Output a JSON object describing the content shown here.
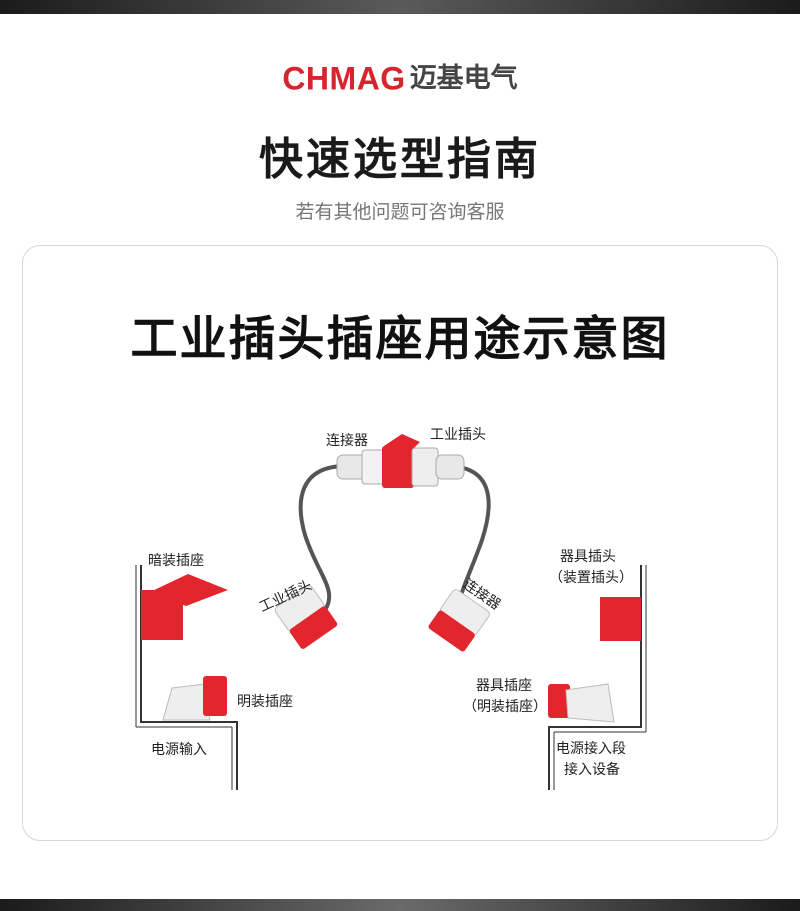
{
  "brand": {
    "name_en": "CHMAG",
    "name_cn": "迈基电气"
  },
  "header": {
    "title": "快速选型指南",
    "subtitle": "若有其他问题可咨询客服"
  },
  "diagram": {
    "title": "工业插头插座用途示意图",
    "labels": {
      "connector_top": "连接器",
      "plug_top": "工业插头",
      "concealed_socket": "暗装插座",
      "plug_left": "工业插头",
      "connector_right": "连接器",
      "appliance_plug": "器具插头",
      "appliance_plug_note": "（装置插头）",
      "surface_socket": "明装插座",
      "appliance_socket": "器具插座",
      "appliance_socket_note": "（明装插座）",
      "power_input": "电源输入",
      "power_access": "电源接入段",
      "device_access": "接入设备"
    }
  },
  "colors": {
    "brand_red": "#d8242c",
    "plug_red": "#e3262d",
    "plug_white": "#eeeeee",
    "cable": "#555555"
  }
}
